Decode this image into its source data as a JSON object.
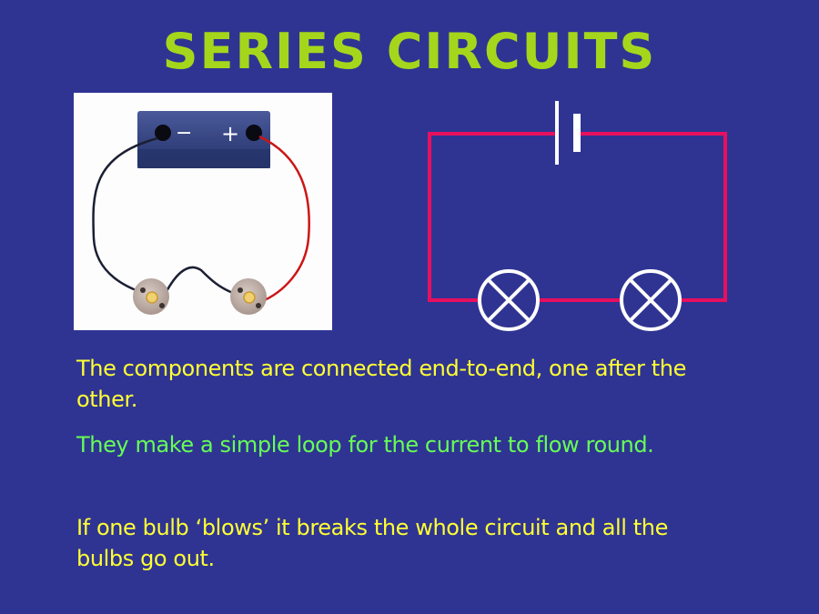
{
  "slide": {
    "title": "SERIES CIRCUITS",
    "paragraphs": [
      {
        "text": "The components are connected end-to-end, one after the other.",
        "color": "#ffff33"
      },
      {
        "text": "They make a simple loop for the current to flow round.",
        "color": "#66ff55"
      },
      {
        "text": "If one bulb ‘blows’ it breaks the whole circuit and all the bulbs go out.",
        "color": "#ffff33"
      }
    ],
    "photo": {
      "battery_minus_label": "−",
      "battery_plus_label": "+"
    }
  },
  "colors": {
    "background": "#2f3493",
    "title": "#a6d61c",
    "wire": "#e8105e",
    "symbol": "#ffffff"
  }
}
